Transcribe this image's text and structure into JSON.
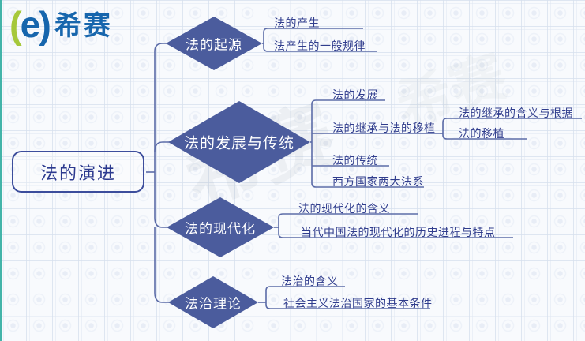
{
  "logo": {
    "paren_left": "(",
    "e_mark": "e",
    "paren_right": ")",
    "name": "希赛"
  },
  "watermark": {
    "text": "希赛"
  },
  "root": {
    "label": "法的演进"
  },
  "branches": [
    {
      "label": "法的起源",
      "children": [
        {
          "label": "法的产生"
        },
        {
          "label": "法产生的一般规律"
        }
      ]
    },
    {
      "label": "法的发展与传统",
      "children": [
        {
          "label": "法的发展"
        },
        {
          "label": "法的继承与法的移植",
          "children": [
            {
              "label": "法的继承的含义与根据"
            },
            {
              "label": "法的移植"
            }
          ]
        },
        {
          "label": "法的传统"
        },
        {
          "label": "西方国家两大法系"
        }
      ]
    },
    {
      "label": "法的现代化",
      "children": [
        {
          "label": "法的现代化的含义"
        },
        {
          "label": "当代中国法的现代化的历史进程与特点"
        }
      ]
    },
    {
      "label": "法治理论",
      "children": [
        {
          "label": "法治的含义"
        },
        {
          "label": "社会主义法治国家的基本条件"
        }
      ]
    }
  ],
  "colors": {
    "diamond_fill": "#4b5c9d",
    "line": "#5c6ca8",
    "root_border": "#3c4d9c",
    "text_navy": "#303d8d",
    "logo_blue": "#1766ad",
    "logo_green": "#a6c83b",
    "edge_strip": "#43b4a9"
  }
}
